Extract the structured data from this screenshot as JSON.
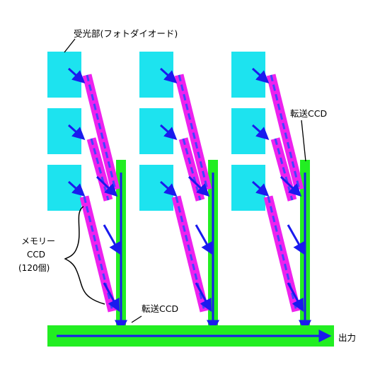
{
  "labels": {
    "photodiode": "受光部(フォトダイオード)",
    "vertical_ccd": "転送CCD",
    "horizontal_ccd": "転送CCD",
    "memory_line1": "メモリー",
    "memory_line2": "CCD",
    "memory_line3": "(120個)",
    "output": "出力"
  },
  "colors": {
    "photodiode": "#1de3ef",
    "transfer_ccd": "#22ee22",
    "memory_ccd": "#ee22ee",
    "arrow": "#1a1aee",
    "dash": "#4444ff"
  },
  "columns": [
    {
      "pixels": 3
    },
    {
      "pixels": 3
    },
    {
      "pixels": 3
    }
  ]
}
